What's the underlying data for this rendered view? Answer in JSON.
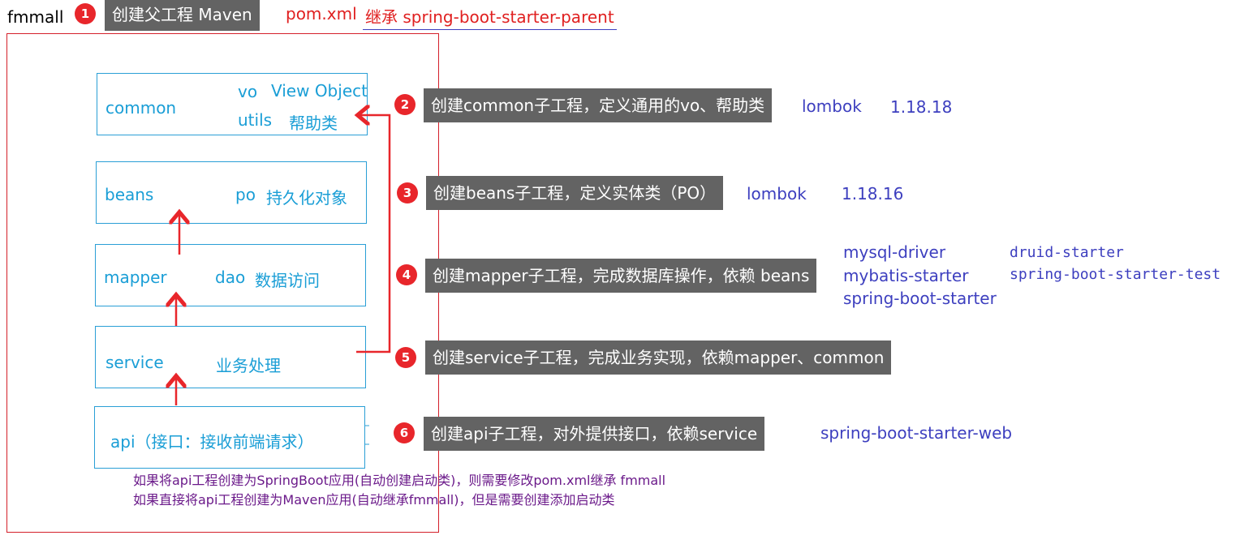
{
  "root": {
    "label": "fmmall"
  },
  "steps": [
    {
      "num": "1",
      "text": "创建父工程  Maven"
    },
    {
      "num": "2",
      "text": "创建common子工程，定义通用的vo、帮助类"
    },
    {
      "num": "3",
      "text": "创建beans子工程，定义实体类（PO）"
    },
    {
      "num": "4",
      "text": "创建mapper子工程，完成数据库操作，依赖 beans"
    },
    {
      "num": "5",
      "text": "创建service子工程，完成业务实现，依赖mapper、common"
    },
    {
      "num": "6",
      "text": "创建api子工程，对外提供接口，依赖service"
    }
  ],
  "parent_pom": {
    "file": "pom.xml",
    "inherit": "继承 spring-boot-starter-parent"
  },
  "modules": {
    "common": {
      "name": "common",
      "vo": "vo",
      "vo_desc": "View Object",
      "utils": "utils",
      "utils_desc": "帮助类"
    },
    "beans": {
      "name": "beans",
      "po": "po",
      "po_desc": "持久化对象"
    },
    "mapper": {
      "name": "mapper",
      "dao": "dao",
      "dao_desc": "数据访问"
    },
    "service": {
      "name": "service",
      "desc": "业务处理"
    },
    "api": {
      "name": "api（接口：接收前端请求）"
    }
  },
  "deps": {
    "common": {
      "lib": "lombok",
      "version": "1.18.18"
    },
    "beans": {
      "lib": "lombok",
      "version": "1.18.16"
    },
    "mapper": [
      "mysql-driver",
      "mybatis-starter",
      "spring-boot-starter"
    ],
    "mapper_mono": [
      "druid-starter",
      "spring-boot-starter-test"
    ],
    "api": "spring-boot-starter-web"
  },
  "notes": [
    "如果将api工程创建为SpringBoot应用(自动创建启动类)，则需要修改pom.xml继承 fmmall",
    "如果直接将api工程创建为Maven应用(自动继承fmmall)，但是需要创建添加启动类"
  ],
  "colors": {
    "accent_red": "#e02020",
    "module_blue": "#1a9ed6",
    "dep_blue": "#3d3fbf",
    "callout_gray": "#636363",
    "note_purple": "#6b1a8a"
  }
}
